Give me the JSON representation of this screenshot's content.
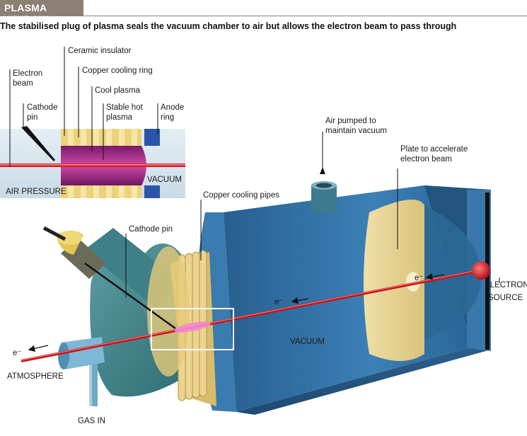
{
  "header": {
    "title": "PLASMA WINDOW",
    "subtitle": "The stabilised plug of plasma seals the vacuum chamber to air but allows the electron beam to pass through"
  },
  "inset": {
    "labels": {
      "electron_beam_1": "Electron",
      "electron_beam_2": "beam",
      "cathode_pin_1": "Cathode",
      "cathode_pin_2": "pin",
      "ceramic_insulator": "Ceramic insulator",
      "copper_cooling_ring": "Copper cooling ring",
      "cool_plasma": "Cool plasma",
      "stable_hot_1": "Stable hot",
      "stable_hot_2": "plasma",
      "anode_ring_1": "Anode",
      "anode_ring_2": "ring",
      "air_pressure": "AIR PRESSURE",
      "vacuum": "VACUUM"
    }
  },
  "main": {
    "labels": {
      "air_pumped_1": "Air pumped to",
      "air_pumped_2": "maintain vacuum",
      "plate_1": "Plate to accelerate",
      "plate_2": "electron beam",
      "copper_cooling_pipes": "Copper cooling pipes",
      "cathode_pin": "Cathode pin",
      "vacuum": "VACUUM",
      "electron_source_1": "ELECTRON",
      "electron_source_2": "SOURCE",
      "atmosphere": "ATMOSPHERE",
      "gas_in": "GAS IN",
      "e_minus_1": "e⁻",
      "e_minus_2": "e⁻",
      "e_minus_3": "e⁻"
    }
  },
  "colors": {
    "header_bg": "#8c7f74",
    "chamber_blue": "#2f6f9e",
    "teal": "#3f7f86",
    "plasma_magenta": "#a0207a",
    "beam_red": "#d21f2a",
    "copper_yellow": "#e8d28a",
    "anode_blue": "#2a55a8"
  }
}
